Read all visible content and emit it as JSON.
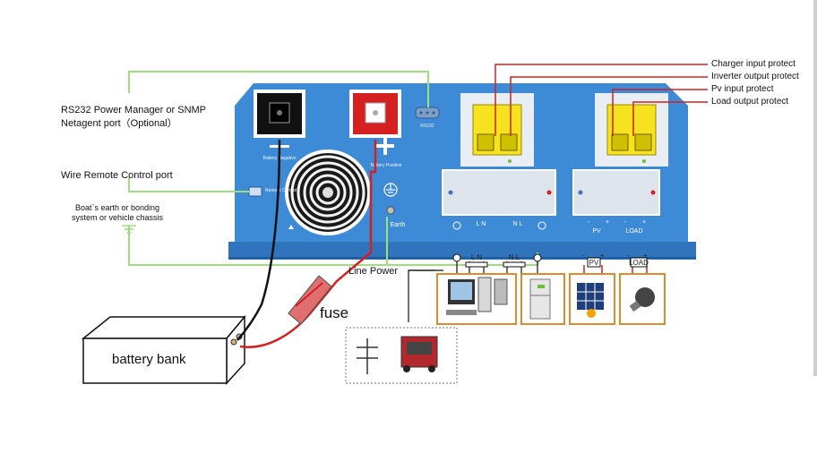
{
  "callouts": {
    "charger_input_protect": "Charger input protect",
    "inverter_output_protect": "Inverter output protect",
    "pv_input_protect": "Pv input protect",
    "load_output_protect": "Load output protect"
  },
  "left_labels": {
    "rs232_line1": "RS232 Power Manager or SNMP",
    "rs232_line2": "Netagent port（Optional）",
    "wire_remote": "Wire Remote Control port",
    "earth_line1": "Boat`s earth or bonding",
    "earth_line2": "system or vehicle chassis"
  },
  "panel": {
    "battery_negative": "Battery Negative",
    "battery_positive": "Battery Positive",
    "remote_port": "Remote Control",
    "rs232_port": "RS232",
    "earth": "Earth",
    "minus_sign": "—",
    "plus_sign": "+",
    "ac_in": "L   N",
    "ac_out": "N   L",
    "pv": "PV",
    "load": "LOAD"
  },
  "wiring": {
    "line_power": "Line Power",
    "fuse": "fuse",
    "battery_bank": "battery bank",
    "sub_ln": "L   N",
    "sub_nl": "N   L",
    "sub_pv": "PV",
    "sub_load": "LOAD"
  },
  "colors": {
    "panel_blue": "#3d8bd6",
    "green_wire": "#9be07a",
    "red": "#d42020",
    "yellow": "#f6e21e",
    "orange": "#e08a2e"
  }
}
